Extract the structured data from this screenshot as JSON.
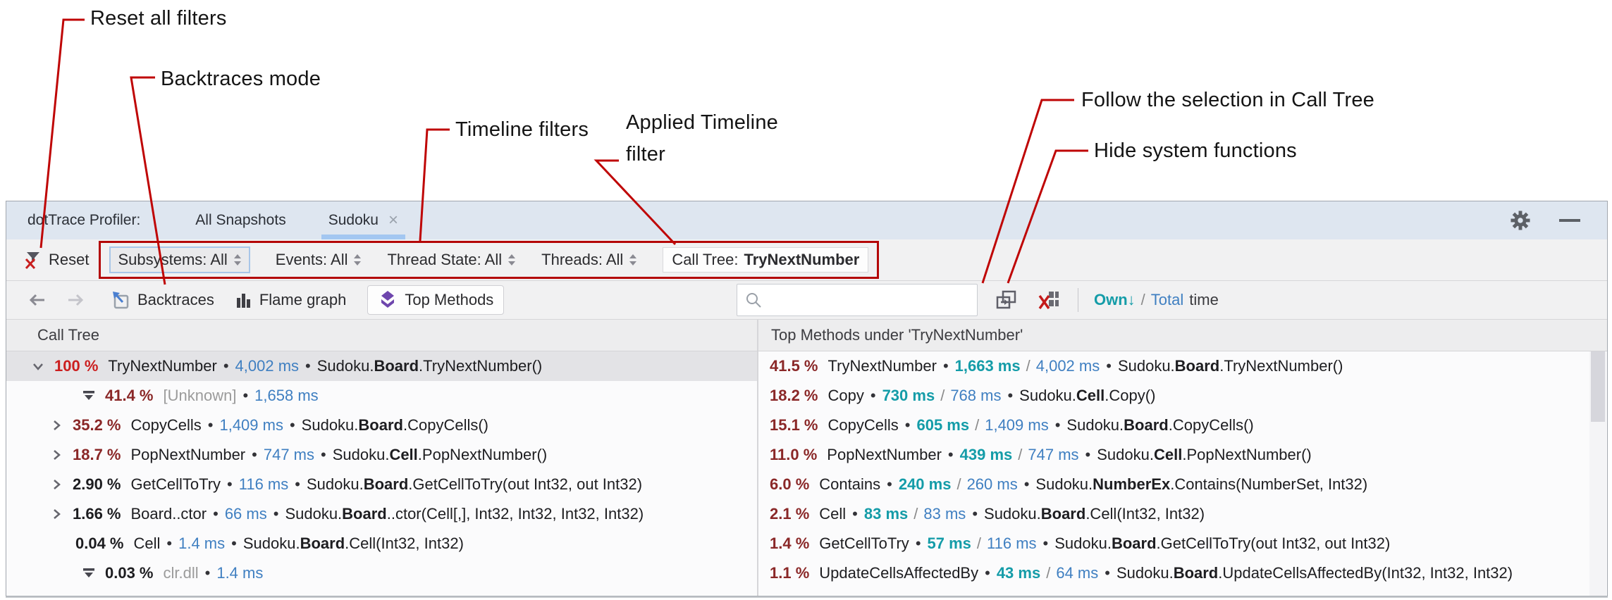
{
  "colors": {
    "annotation_red": "#b40606",
    "titlebar_bg": "#dee6f0",
    "tab_underline": "#a3c7f1",
    "hot_percent_red": "#cb1e1e",
    "warm_percent_maroon": "#8a2727",
    "own_time_teal": "#149ca8",
    "total_time_blue": "#3f7fc1",
    "muted_gray": "#9b9b9b",
    "top_methods_icon_purple": "#6e46ad"
  },
  "annotations": {
    "reset": "Reset all filters",
    "backtraces": "Backtraces mode",
    "timeline": "Timeline filters",
    "applied": "Applied Timeline filter",
    "follow": "Follow the selection in Call Tree",
    "hide": "Hide system functions"
  },
  "titlebar": {
    "title": "dotTrace Profiler:",
    "tabs": [
      {
        "label": "All Snapshots"
      },
      {
        "label": "Sudoku",
        "close": "×"
      }
    ]
  },
  "filterbar": {
    "reset": "Reset",
    "subsystems": "Subsystems: All",
    "events": "Events: All",
    "thread_state": "Thread State: All",
    "threads": "Threads: All",
    "call_tree_label": "Call Tree:",
    "call_tree_value": "TryNextNumber"
  },
  "toolbar": {
    "backtraces": "Backtraces",
    "flame_graph": "Flame graph",
    "top_methods": "Top Methods",
    "search_value": "",
    "sort": {
      "own": "Own↓",
      "slash": "/",
      "total": "Total",
      "suffix": "time"
    }
  },
  "panels": {
    "call_tree": {
      "header": "Call Tree",
      "rows": [
        {
          "sel": true,
          "icon": "open",
          "ind": "i0",
          "segs": [
            [
              "100 %",
              "red"
            ],
            [
              "TryNextNumber",
              "nm"
            ],
            [
              "•",
              "dot"
            ],
            [
              "4,002 ms",
              "blue"
            ],
            [
              "•",
              "dot"
            ],
            [
              "Sudoku.",
              "nm"
            ],
            [
              "Board",
              "nmb"
            ],
            [
              ".TryNextNumber()",
              "nm"
            ]
          ]
        },
        {
          "icon": "funnel",
          "ind": "i3",
          "segs": [
            [
              "41.4 %",
              "mar"
            ],
            [
              "[Unknown]",
              "gray"
            ],
            [
              "•",
              "dot"
            ],
            [
              "1,658 ms",
              "blue"
            ]
          ]
        },
        {
          "icon": "closed",
          "ind": "i1",
          "segs": [
            [
              "35.2 %",
              "mar"
            ],
            [
              "CopyCells",
              "nm"
            ],
            [
              "•",
              "dot"
            ],
            [
              "1,409 ms",
              "blue"
            ],
            [
              "•",
              "dot"
            ],
            [
              "Sudoku.",
              "nm"
            ],
            [
              "Board",
              "nmb"
            ],
            [
              ".CopyCells()",
              "nm"
            ]
          ]
        },
        {
          "icon": "closed",
          "ind": "i1",
          "segs": [
            [
              "18.7 %",
              "mar"
            ],
            [
              "PopNextNumber",
              "nm"
            ],
            [
              "•",
              "dot"
            ],
            [
              "747 ms",
              "blue"
            ],
            [
              "•",
              "dot"
            ],
            [
              "Sudoku.",
              "nm"
            ],
            [
              "Cell",
              "nmb"
            ],
            [
              ".PopNextNumber()",
              "nm"
            ]
          ]
        },
        {
          "icon": "closed",
          "ind": "i1",
          "segs": [
            [
              "2.90 %",
              "blk"
            ],
            [
              "GetCellToTry",
              "nm"
            ],
            [
              "•",
              "dot"
            ],
            [
              "116 ms",
              "blue"
            ],
            [
              "•",
              "dot"
            ],
            [
              "Sudoku.",
              "nm"
            ],
            [
              "Board",
              "nmb"
            ],
            [
              ".GetCellToTry(out Int32, out Int32)",
              "nm"
            ]
          ]
        },
        {
          "icon": "closed",
          "ind": "i1",
          "segs": [
            [
              "1.66 %",
              "blk"
            ],
            [
              "Board..ctor",
              "nm"
            ],
            [
              "•",
              "dot"
            ],
            [
              "66 ms",
              "blue"
            ],
            [
              "•",
              "dot"
            ],
            [
              "Sudoku.",
              "nm"
            ],
            [
              "Board",
              "nmb"
            ],
            [
              "..ctor(Cell[,], Int32, Int32, Int32, Int32)",
              "nm"
            ]
          ]
        },
        {
          "icon": "none",
          "ind": "i2",
          "segs": [
            [
              "0.04 %",
              "blk"
            ],
            [
              "Cell",
              "nm"
            ],
            [
              "•",
              "dot"
            ],
            [
              "1.4 ms",
              "blue"
            ],
            [
              "•",
              "dot"
            ],
            [
              "Sudoku.",
              "nm"
            ],
            [
              "Board",
              "nmb"
            ],
            [
              ".Cell(Int32, Int32)",
              "nm"
            ]
          ]
        },
        {
          "icon": "funnel",
          "ind": "i3",
          "segs": [
            [
              "0.03 %",
              "blk"
            ],
            [
              "clr.dll",
              "gray"
            ],
            [
              "•",
              "dot"
            ],
            [
              "1.4 ms",
              "blue"
            ]
          ]
        }
      ]
    },
    "top_methods": {
      "header": "Top Methods under 'TryNextNumber'",
      "rows": [
        {
          "icon": "none",
          "ind": "ir",
          "segs": [
            [
              "41.5 %",
              "mar"
            ],
            [
              "TryNextNumber",
              "nm"
            ],
            [
              "•",
              "dot"
            ],
            [
              "1,663 ms",
              "teal"
            ],
            [
              "/",
              "slash"
            ],
            [
              "4,002 ms",
              "blue"
            ],
            [
              "•",
              "dot"
            ],
            [
              "Sudoku.",
              "nm"
            ],
            [
              "Board",
              "nmb"
            ],
            [
              ".TryNextNumber()",
              "nm"
            ]
          ]
        },
        {
          "icon": "none",
          "ind": "ir",
          "segs": [
            [
              "18.2 %",
              "mar"
            ],
            [
              "Copy",
              "nm"
            ],
            [
              "•",
              "dot"
            ],
            [
              "730 ms",
              "teal"
            ],
            [
              "/",
              "slash"
            ],
            [
              "768 ms",
              "blue"
            ],
            [
              "•",
              "dot"
            ],
            [
              "Sudoku.",
              "nm"
            ],
            [
              "Cell",
              "nmb"
            ],
            [
              ".Copy()",
              "nm"
            ]
          ]
        },
        {
          "icon": "none",
          "ind": "ir",
          "segs": [
            [
              "15.1 %",
              "mar"
            ],
            [
              "CopyCells",
              "nm"
            ],
            [
              "•",
              "dot"
            ],
            [
              "605 ms",
              "teal"
            ],
            [
              "/",
              "slash"
            ],
            [
              "1,409 ms",
              "blue"
            ],
            [
              "•",
              "dot"
            ],
            [
              "Sudoku.",
              "nm"
            ],
            [
              "Board",
              "nmb"
            ],
            [
              ".CopyCells()",
              "nm"
            ]
          ]
        },
        {
          "icon": "none",
          "ind": "ir",
          "segs": [
            [
              "11.0 %",
              "mar"
            ],
            [
              "PopNextNumber",
              "nm"
            ],
            [
              "•",
              "dot"
            ],
            [
              "439 ms",
              "teal"
            ],
            [
              "/",
              "slash"
            ],
            [
              "747 ms",
              "blue"
            ],
            [
              "•",
              "dot"
            ],
            [
              "Sudoku.",
              "nm"
            ],
            [
              "Cell",
              "nmb"
            ],
            [
              ".PopNextNumber()",
              "nm"
            ]
          ]
        },
        {
          "icon": "none",
          "ind": "ir",
          "segs": [
            [
              "6.0 %",
              "mar"
            ],
            [
              "Contains",
              "nm"
            ],
            [
              "•",
              "dot"
            ],
            [
              "240 ms",
              "teal"
            ],
            [
              "/",
              "slash"
            ],
            [
              "260 ms",
              "blue"
            ],
            [
              "•",
              "dot"
            ],
            [
              "Sudoku.",
              "nm"
            ],
            [
              "NumberEx",
              "nmb"
            ],
            [
              ".Contains(NumberSet, Int32)",
              "nm"
            ]
          ]
        },
        {
          "icon": "none",
          "ind": "ir",
          "segs": [
            [
              "2.1 %",
              "mar"
            ],
            [
              "Cell",
              "nm"
            ],
            [
              "•",
              "dot"
            ],
            [
              "83 ms",
              "teal"
            ],
            [
              "/",
              "slash"
            ],
            [
              "83 ms",
              "blue"
            ],
            [
              "•",
              "dot"
            ],
            [
              "Sudoku.",
              "nm"
            ],
            [
              "Board",
              "nmb"
            ],
            [
              ".Cell(Int32, Int32)",
              "nm"
            ]
          ]
        },
        {
          "icon": "none",
          "ind": "ir",
          "segs": [
            [
              "1.4 %",
              "mar"
            ],
            [
              "GetCellToTry",
              "nm"
            ],
            [
              "•",
              "dot"
            ],
            [
              "57 ms",
              "teal"
            ],
            [
              "/",
              "slash"
            ],
            [
              "116 ms",
              "blue"
            ],
            [
              "•",
              "dot"
            ],
            [
              "Sudoku.",
              "nm"
            ],
            [
              "Board",
              "nmb"
            ],
            [
              ".GetCellToTry(out Int32, out Int32)",
              "nm"
            ]
          ]
        },
        {
          "icon": "none",
          "ind": "ir",
          "segs": [
            [
              "1.1 %",
              "mar"
            ],
            [
              "UpdateCellsAffectedBy",
              "nm"
            ],
            [
              "•",
              "dot"
            ],
            [
              "43 ms",
              "teal"
            ],
            [
              "/",
              "slash"
            ],
            [
              "64 ms",
              "blue"
            ],
            [
              "•",
              "dot"
            ],
            [
              "Sudoku.",
              "nm"
            ],
            [
              "Board",
              "nmb"
            ],
            [
              ".UpdateCellsAffectedBy(Int32, Int32, Int32)",
              "nm"
            ]
          ]
        }
      ]
    }
  }
}
